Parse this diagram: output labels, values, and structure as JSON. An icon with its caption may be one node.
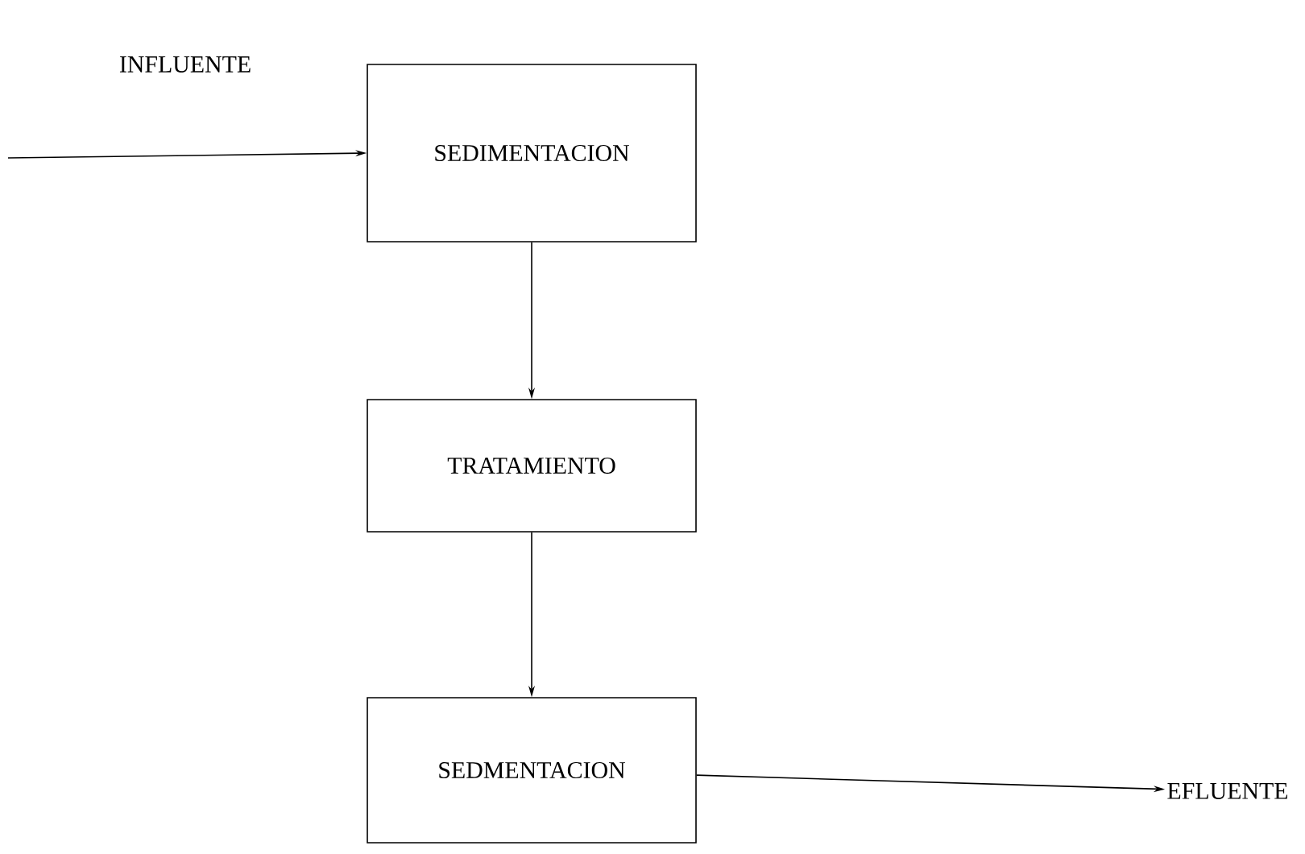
{
  "diagram": {
    "nodes": [
      {
        "text": [
          "SEDIMENTACION"
        ]
      },
      {
        "text": [
          "TRATAMIENTO"
        ]
      },
      {
        "text": [
          "SEDMENTACION"
        ]
      },
      {
        "text": [
          "EFLUENTE"
        ]
      }
    ],
    "edges": [
      {
        "from": null,
        "to": 0,
        "arrow": "to",
        "label": "INFLUENTE"
      },
      {
        "from": 0,
        "to": 1,
        "arrow": "to"
      },
      {
        "from": 1,
        "to": 2,
        "arrow": "to"
      },
      {
        "from": 2,
        "to": 3,
        "arrow": "to"
      }
    ]
  }
}
